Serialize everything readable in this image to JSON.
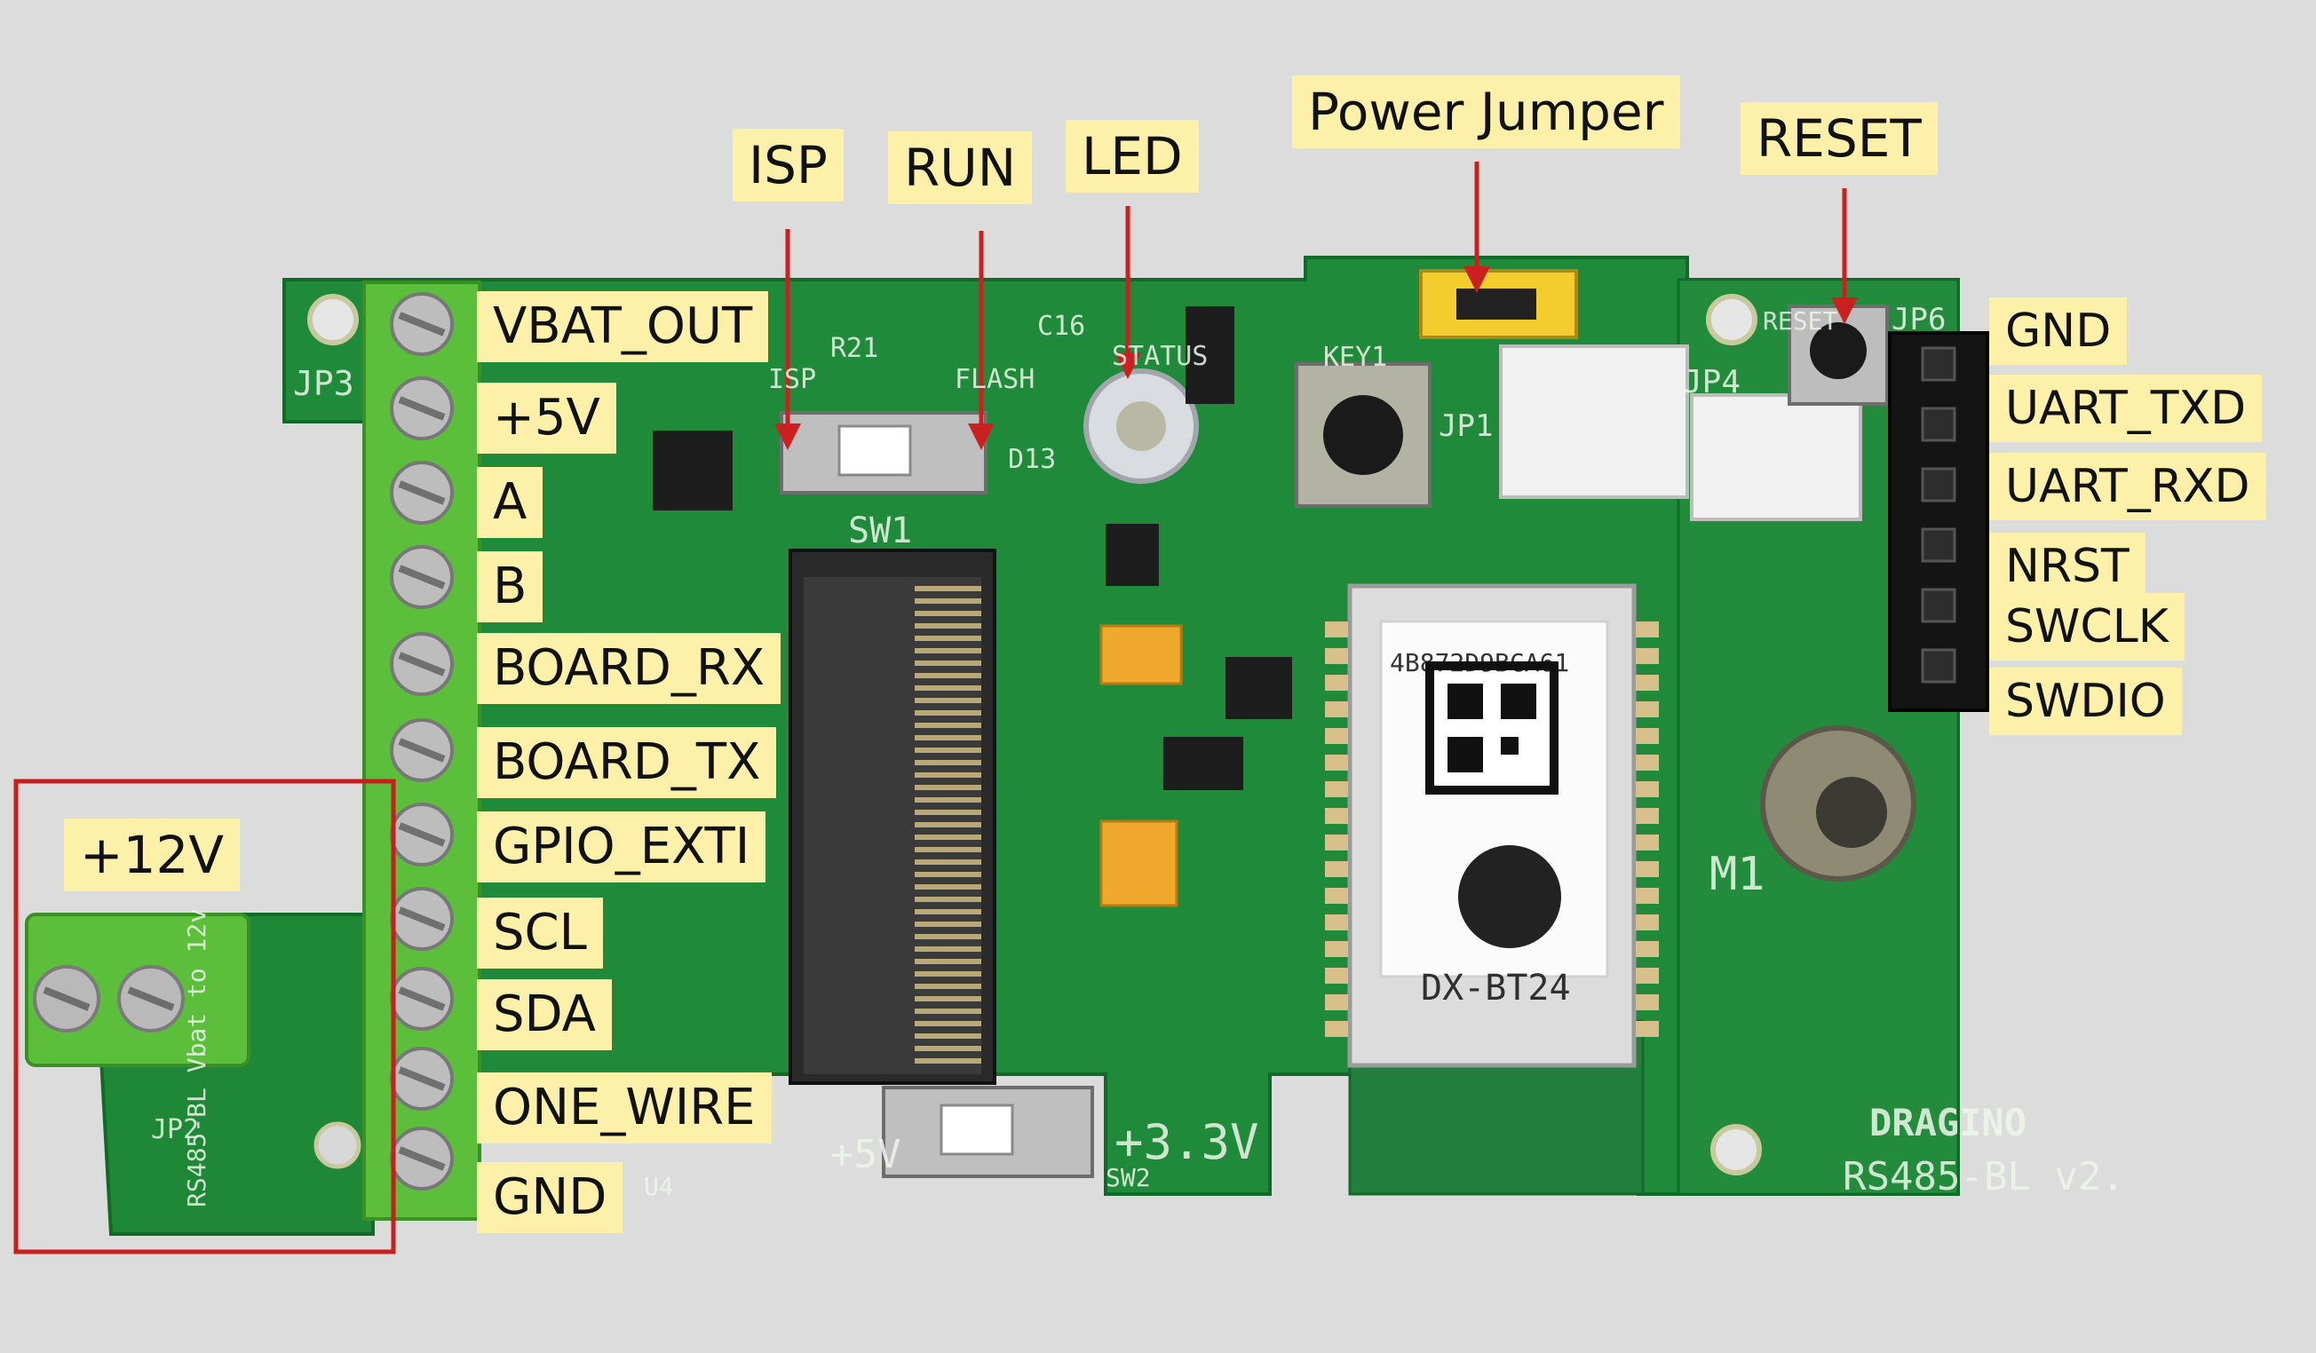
{
  "labels": {
    "isp": "ISP",
    "run": "RUN",
    "led": "LED",
    "power_jumper": "Power Jumper",
    "reset": "RESET",
    "v12": "+12V"
  },
  "left_pins": [
    "VBAT_OUT",
    "+5V",
    "A",
    "B",
    "BOARD_RX",
    "BOARD_TX",
    "GPIO_EXTI",
    "SCL",
    "SDA",
    "ONE_WIRE",
    "GND"
  ],
  "right_pins": [
    "GND",
    "UART_TXD",
    "UART_RXD",
    "NRST",
    "SWCLK",
    "SWDIO"
  ],
  "silkscreen": {
    "board_name": "RS485-BL v2.",
    "brand": "DRAGINO",
    "module": "DX-BT24",
    "module_id": "4B872D9BCA61",
    "adapter": "RS485-BL Vbat to 12v v1.0",
    "jp2": "JP2",
    "jp3": "JP3",
    "jp4": "JP4",
    "jp1": "JP1",
    "jp6": "JP6",
    "sw1": "SW1",
    "sw2": "SW2",
    "key1": "KEY1",
    "status": "STATUS",
    "flash": "FLASH",
    "isp_small": "ISP",
    "reset_small": "RESET",
    "m1": "M1",
    "v33": "+3.3V",
    "v5": "+5V",
    "u4": "U4",
    "d13": "D13",
    "c16": "C16",
    "r21": "R21"
  },
  "colors": {
    "pcb": "#1f8a3a",
    "terminal": "#5bbf3c",
    "label_bg": "#fdf0a8",
    "arrow": "#cc1f1f",
    "highlight_box": "#c81e1e"
  }
}
